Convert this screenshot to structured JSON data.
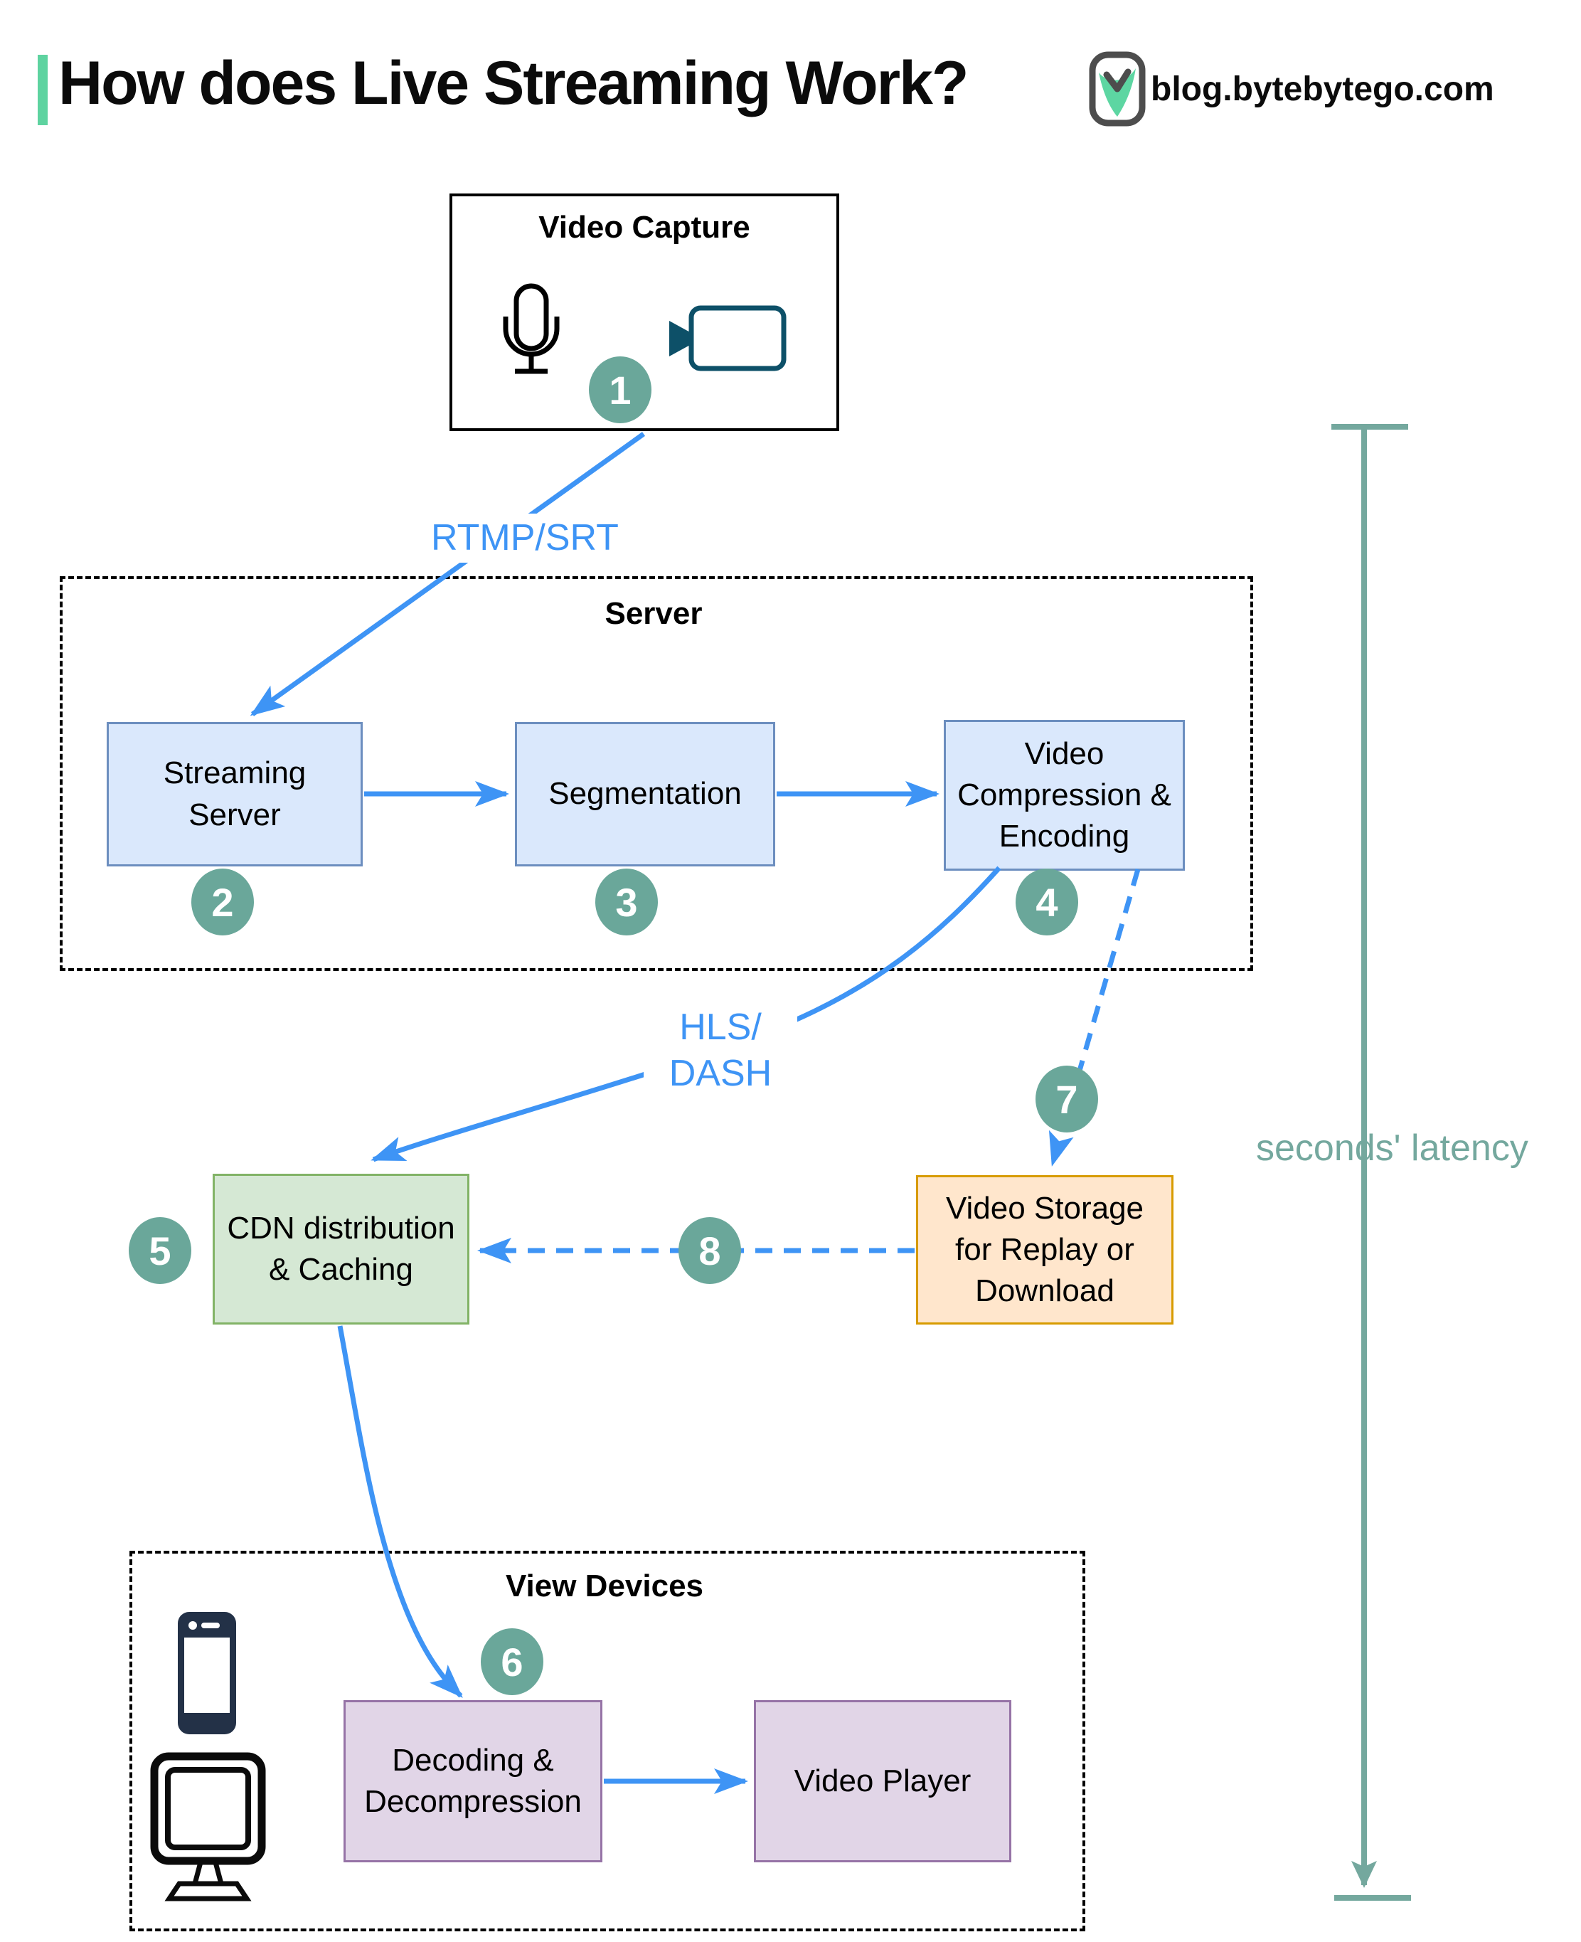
{
  "header": {
    "title": "How does Live Streaming Work?",
    "site": "blog.bytebytego.com"
  },
  "capture": {
    "title": "Video Capture",
    "step": "1"
  },
  "protocols": {
    "ingest": "RTMP/SRT",
    "delivery": "HLS/\nDASH"
  },
  "server_group": {
    "title": "Server",
    "streaming": {
      "label": "Streaming\nServer",
      "step": "2"
    },
    "segmentation": {
      "label": "Segmentation",
      "step": "3"
    },
    "compression": {
      "label": "Video\nCompression &\nEncoding",
      "step": "4"
    }
  },
  "cdn": {
    "label": "CDN distribution\n& Caching",
    "step": "5"
  },
  "storage": {
    "label": "Video Storage\nfor Replay or\nDownload",
    "step_in": "7",
    "step_out": "8"
  },
  "devices_group": {
    "title": "View Devices",
    "decoding": {
      "label": "Decoding &\nDecompression",
      "step": "6"
    },
    "player": {
      "label": "Video Player"
    }
  },
  "latency": {
    "label": "seconds' latency"
  },
  "colors": {
    "arrow_blue": "#3e94f5",
    "step_circle_teal": "#6aa79a",
    "latency_teal": "#74a89e",
    "header_accent_green": "#5ed3a0",
    "logo_green": "#5dd6a2",
    "server_node_fill": "#dae8fc",
    "server_node_border": "#6c8ebf",
    "cdn_fill": "#d5e8d4",
    "cdn_border": "#82b366",
    "storage_fill": "#ffe6cc",
    "storage_border": "#d79b00",
    "device_fill": "#e1d5e7",
    "device_border": "#9673a6",
    "camera_icon": "#0d5068"
  }
}
